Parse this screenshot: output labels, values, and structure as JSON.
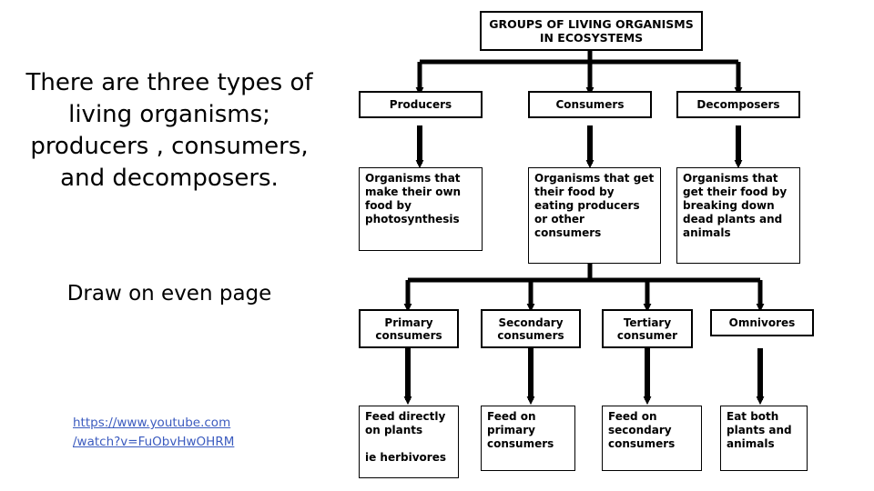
{
  "left": {
    "intro": "There are three types of living organisms; producers , consumers, and decomposers.",
    "note": "Draw on even page",
    "link_line1": "https://www.youtube.com",
    "link_line2": "/watch?v=FuObvHwOHRM"
  },
  "diagram": {
    "title": "GROUPS OF LIVING ORGANISMS\nIN ECOSYSTEMS",
    "level1": [
      {
        "label": "Producers"
      },
      {
        "label": "Consumers"
      },
      {
        "label": "Decomposers"
      }
    ],
    "level1_desc": [
      {
        "text": "Organisms that make their own food by photosynthesis"
      },
      {
        "text": "Organisms that get their food by eating producers or other consumers"
      },
      {
        "text": "Organisms that get their food by breaking down dead plants and animals"
      }
    ],
    "level2": [
      {
        "label": "Primary\nconsumers"
      },
      {
        "label": "Secondary\nconsumers"
      },
      {
        "label": "Tertiary\nconsumer"
      },
      {
        "label": "Omnivores"
      }
    ],
    "level2_desc": [
      {
        "text": "Feed directly on plants\n\nie herbivores"
      },
      {
        "text": "Feed on primary consumers"
      },
      {
        "text": "Feed on secondary consumers"
      },
      {
        "text": "Eat both plants and animals"
      }
    ],
    "colors": {
      "box_border": "#000000",
      "box_fill": "#ffffff",
      "link": "#3b5bbf",
      "text": "#000000"
    }
  }
}
